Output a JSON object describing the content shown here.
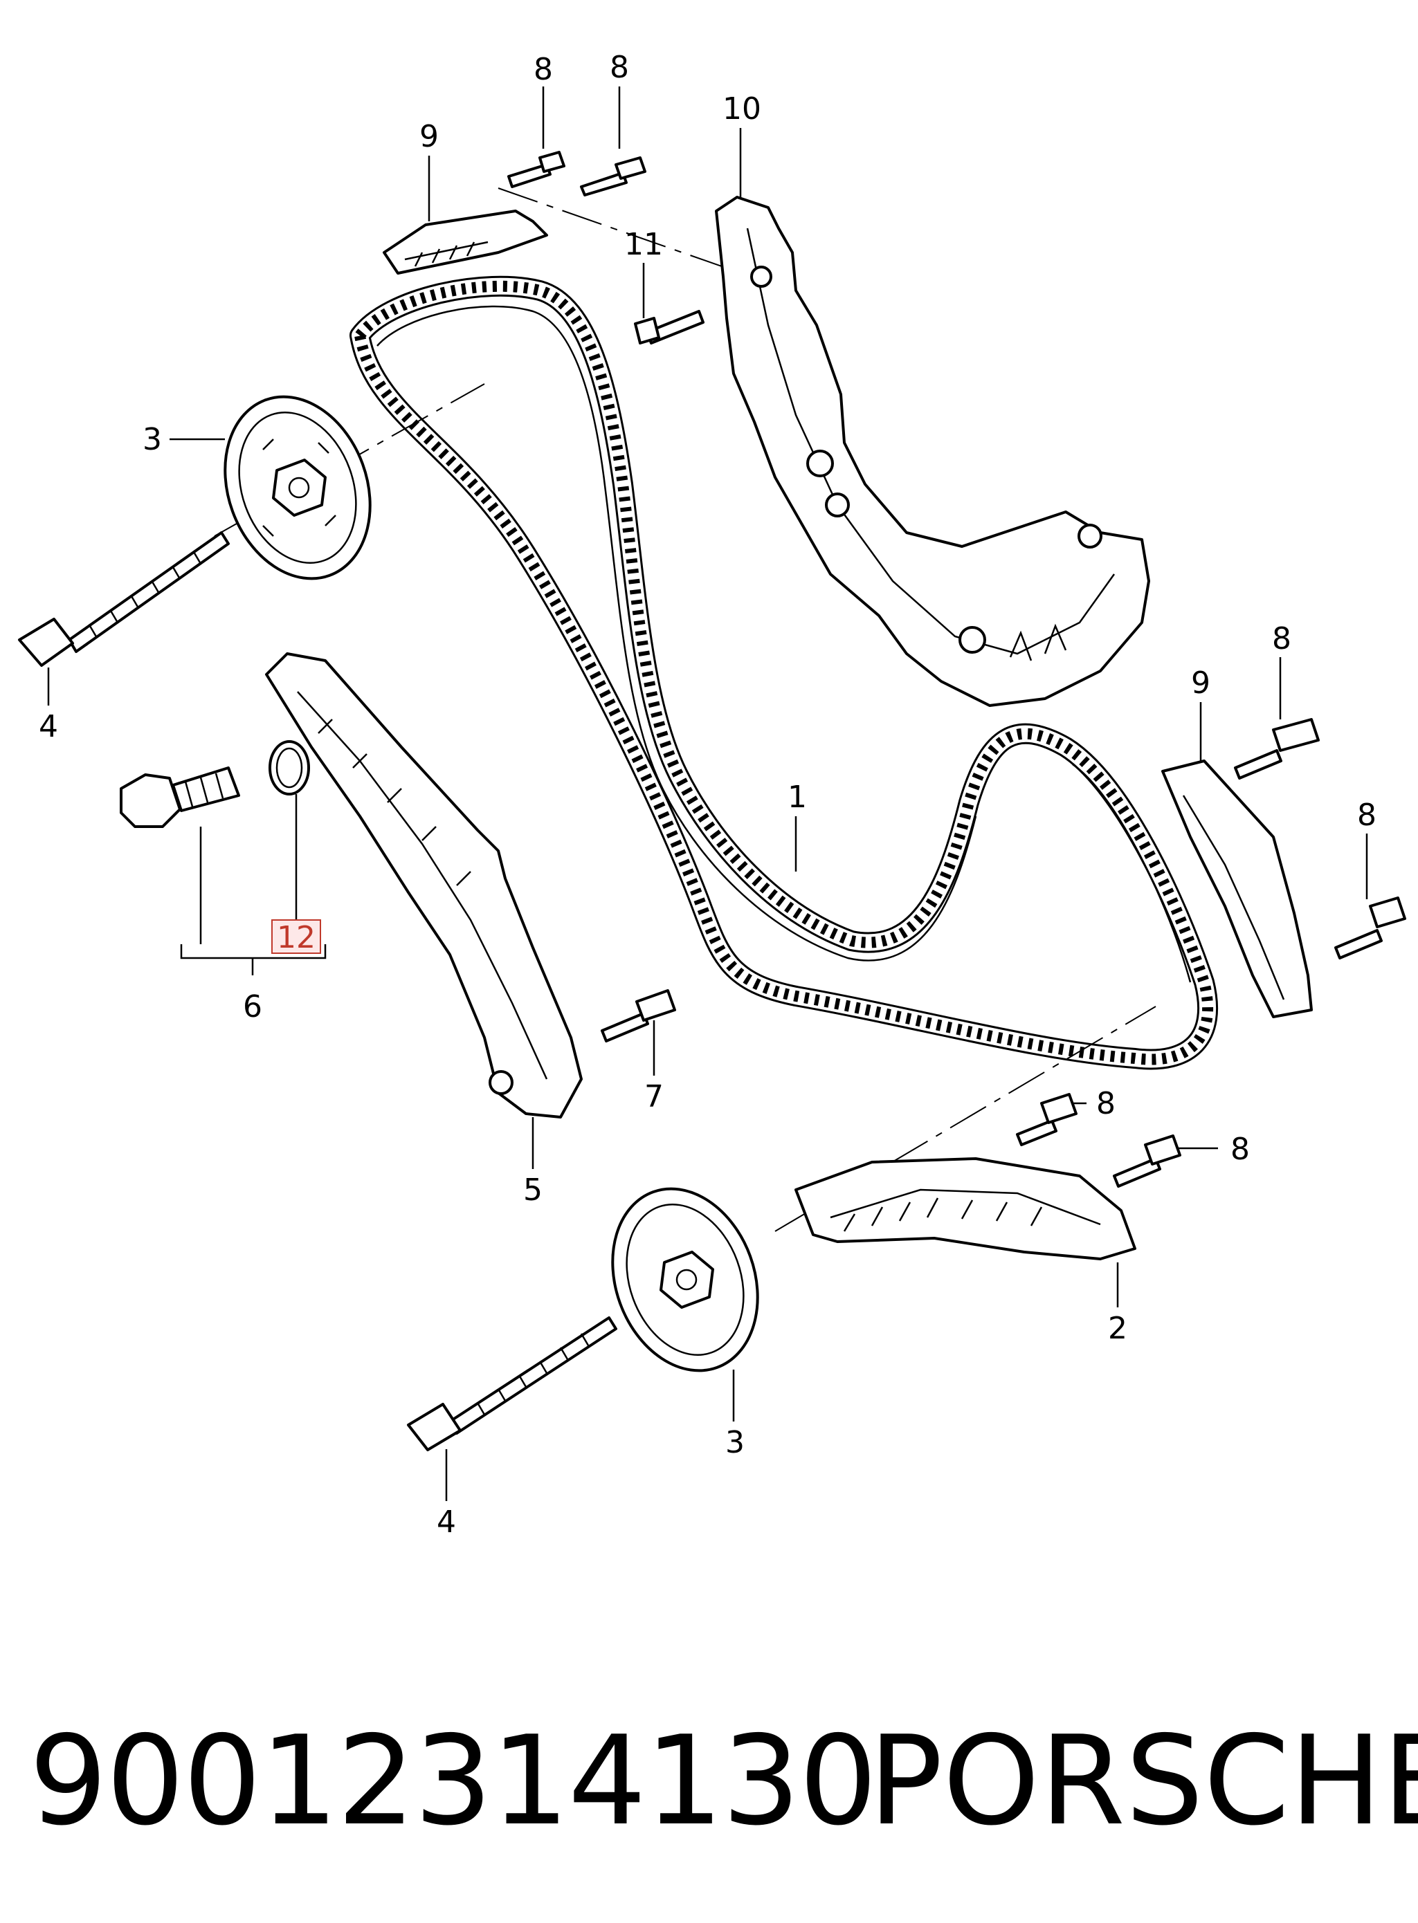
{
  "callouts": {
    "c1": "1",
    "c2": "2",
    "c3_top": "3",
    "c3_bottom": "3",
    "c4_top": "4",
    "c4_bottom": "4",
    "c5": "5",
    "c6": "6",
    "c7": "7",
    "c8_a": "8",
    "c8_b": "8",
    "c8_c": "8",
    "c8_d": "8",
    "c8_e": "8",
    "c8_f": "8",
    "c9_top": "9",
    "c9_right": "9",
    "c10": "10",
    "c11": "11",
    "c12": "12"
  },
  "highlight": {
    "callout": "12",
    "color": "#c0392b",
    "fill": "#fde8e8"
  },
  "footer": {
    "part_number": "90012314130",
    "brand": "PORSCHE"
  }
}
